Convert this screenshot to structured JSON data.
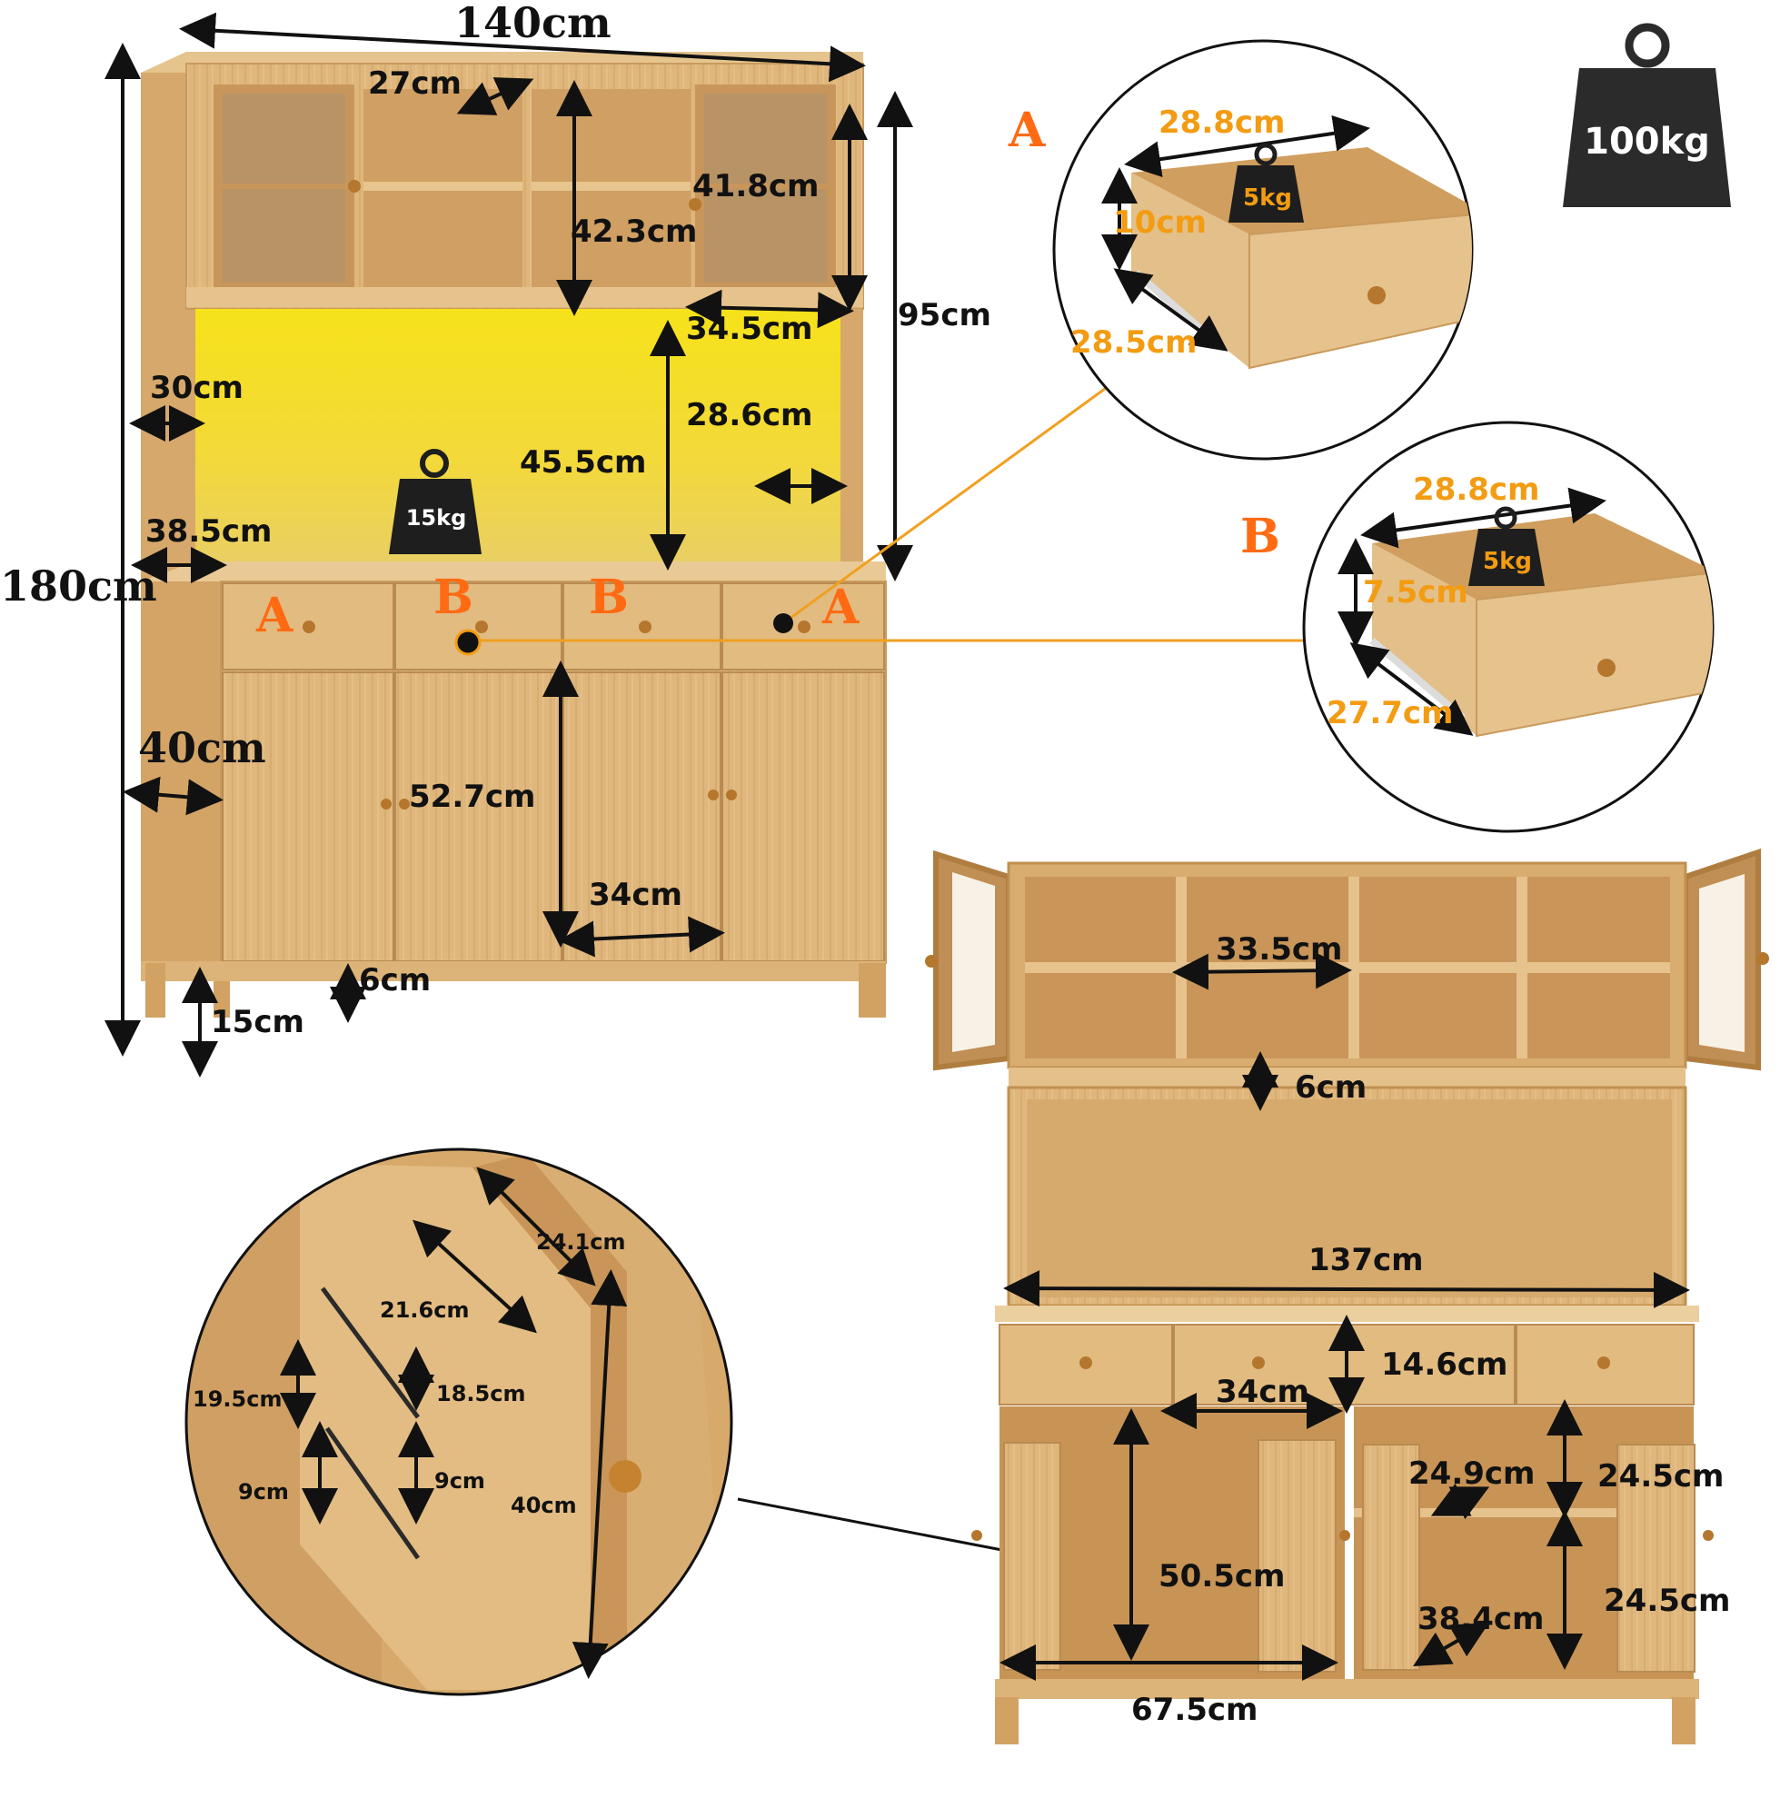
{
  "colors": {
    "wood": "#dcb47a",
    "wood_dark": "#c79a5a",
    "led": "#f7e61a",
    "orange_label": "#f39c12",
    "letter": "#ff6a13",
    "weight_icon": "#2b2b2b",
    "line": "#f0a020"
  },
  "icons": [
    "weight-icon",
    "arrow-icon",
    "knob-icon",
    "callout-dot-icon"
  ],
  "main_view": {
    "width": "140cm",
    "height": "180cm",
    "hutch_height": "95cm",
    "upper_shelf_depth": "27cm",
    "upper_shelf_height": "42.3cm",
    "glass_cabinet_height": "41.8cm",
    "glass_cabinet_width": "34.5cm",
    "hutch_depth": "30cm",
    "led_space_height": "45.5cm",
    "led_side_depth": "28.6cm",
    "counter_depth": "38.5cm",
    "base_depth": "40cm",
    "cabinet_height": "52.7cm",
    "cabinet_width": "34cm",
    "toe_kick": "6cm",
    "leg_height": "15cm",
    "counter_load": "15kg",
    "drawer_labels": [
      "A",
      "B",
      "B",
      "A"
    ]
  },
  "total_load": "100kg",
  "drawer_a": {
    "letter": "A",
    "width": "28.8cm",
    "height": "10cm",
    "depth": "28.5cm",
    "load": "5kg"
  },
  "drawer_b": {
    "letter": "B",
    "width": "28.8cm",
    "height": "7.5cm",
    "depth": "27.7cm",
    "load": "5kg"
  },
  "open_view": {
    "cubby_width": "33.5cm",
    "shelf_gap": "6cm",
    "inner_width": "137cm",
    "drawer_height": "14.6cm",
    "drawer_width": "34cm",
    "cabinet_height": "50.5cm",
    "shelf_depth": "24.9cm",
    "upper_compartment": "24.5cm",
    "lower_compartment": "24.5cm",
    "cabinet_depth": "38.4cm",
    "cabinet_width": "67.5cm"
  },
  "door_detail": {
    "door_width": "24.1cm",
    "rack_length": "21.6cm",
    "rack_spacing_top": "19.5cm",
    "rack_depth": "18.5cm",
    "rack_spacing_bottom": "9cm",
    "rack_height": "9cm",
    "door_height": "40cm"
  }
}
